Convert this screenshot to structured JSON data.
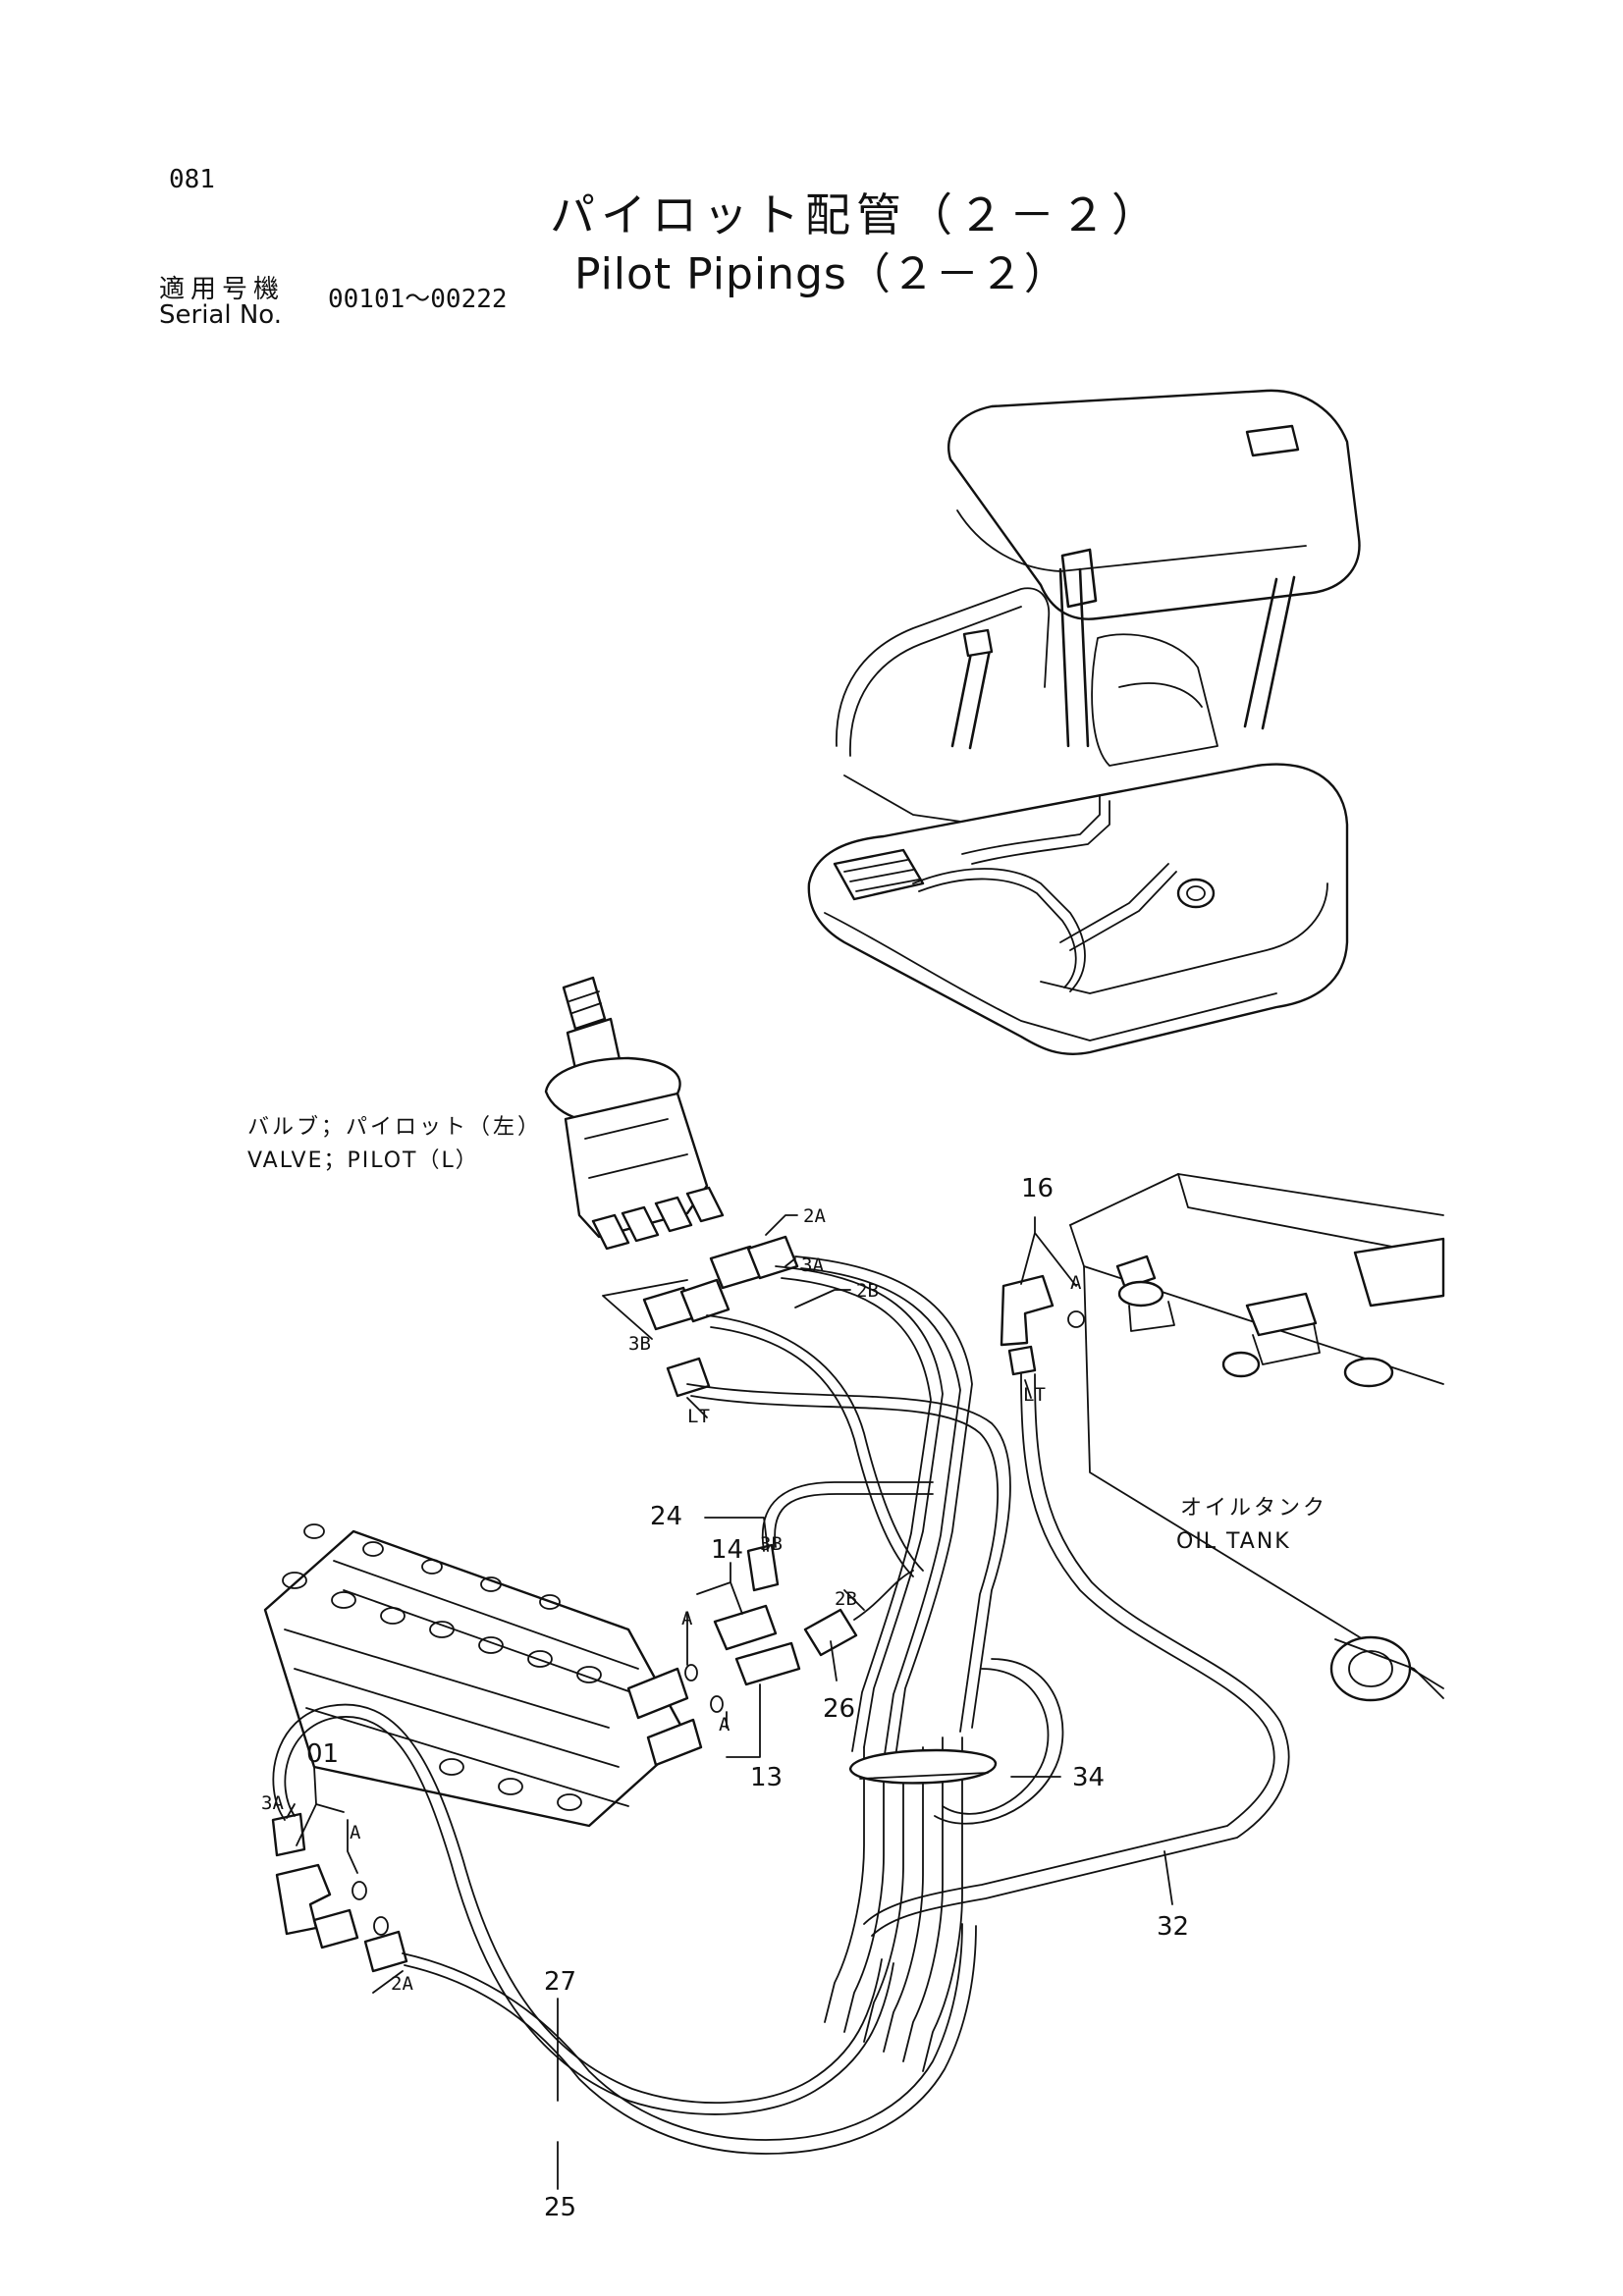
{
  "header": {
    "page_number": "081",
    "title_ja": "パイロット配管（２－２）",
    "title_en": "Pilot Pipings（２－２）",
    "serial_label_ja": "適用号機",
    "serial_label_en": "Serial No.",
    "serial_range": "00101～00222"
  },
  "components": {
    "pilot_valve_ja": "バルブ；パイロット（左）",
    "pilot_valve_en": "VALVE；PILOT（L）",
    "oil_tank_ja": "オイルタンク",
    "oil_tank_en": "OIL TANK"
  },
  "part_numbers": {
    "p01": "01",
    "p13": "13",
    "p14": "14",
    "p16": "16",
    "p24": "24",
    "p25": "25",
    "p26": "26",
    "p27": "27",
    "p32": "32",
    "p34": "34"
  },
  "port_labels": {
    "top_2a": "2A",
    "top_3a": "3A",
    "top_2b": "2B",
    "top_3b": "3B",
    "top_lt": "LT",
    "tank_a": "A",
    "tank_lt": "LT",
    "mid_3b": "3B",
    "mid_2b": "2B",
    "mid_a_upper": "A",
    "mid_a_lower": "A",
    "left_3a": "3A",
    "left_a": "A",
    "left_2a": "2A"
  }
}
